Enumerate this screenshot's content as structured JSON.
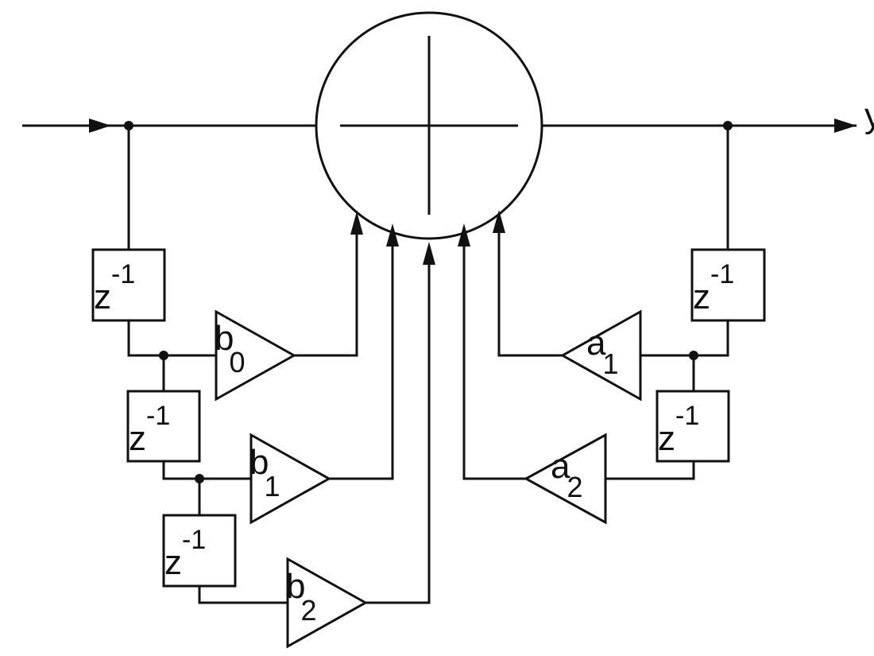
{
  "delay_label": {
    "base": "z",
    "exponent": "-1"
  },
  "coefficients": {
    "b0": {
      "base": "b",
      "index": "0"
    },
    "b1": {
      "base": "b",
      "index": "1"
    },
    "b2": {
      "base": "b",
      "index": "2"
    },
    "a1": {
      "base": "a",
      "index": "1"
    },
    "a2": {
      "base": "a",
      "index": "2"
    }
  },
  "output_label": "y"
}
